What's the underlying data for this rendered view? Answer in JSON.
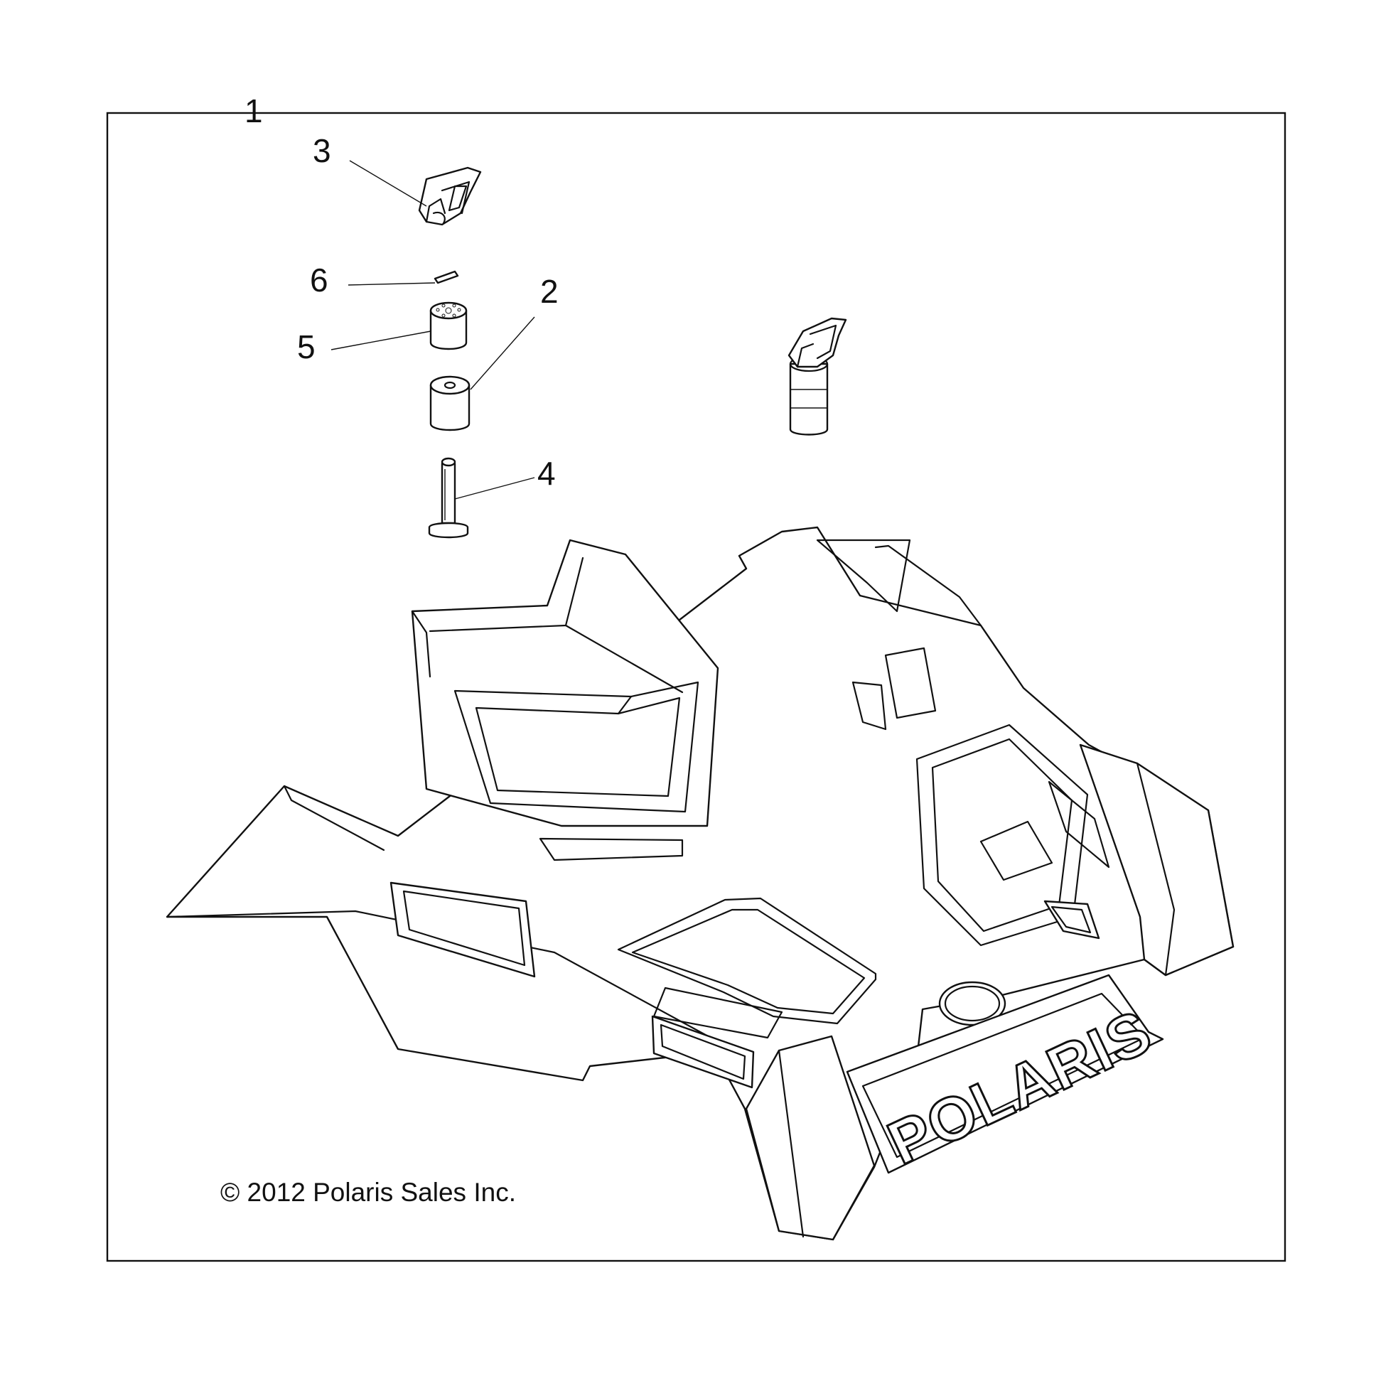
{
  "diagram": {
    "callouts": [
      {
        "id": "1",
        "label": "1"
      },
      {
        "id": "2",
        "label": "2"
      },
      {
        "id": "3",
        "label": "3"
      },
      {
        "id": "4",
        "label": "4"
      },
      {
        "id": "5",
        "label": "5"
      },
      {
        "id": "6",
        "label": "6"
      }
    ],
    "copyright": "© 2012 Polaris Sales Inc.",
    "logo_text": "POLARIS",
    "colors": {
      "line": "#111111",
      "background": "#ffffff"
    }
  }
}
